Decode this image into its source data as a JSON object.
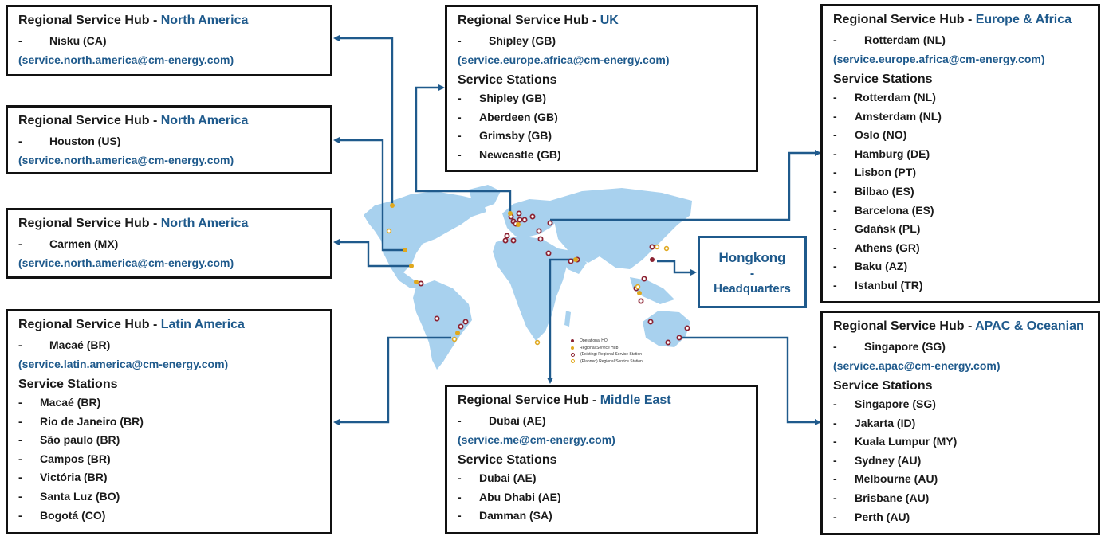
{
  "boxes": {
    "na1": {
      "title_prefix": "Regional Service Hub - ",
      "region": "North America",
      "hub": "Nisku (CA)",
      "email": "(service.north.america@cm-energy.com)"
    },
    "na2": {
      "title_prefix": "Regional Service Hub - ",
      "region": "North America",
      "hub": "Houston (US)",
      "email": "(service.north.america@cm-energy.com)"
    },
    "na3": {
      "title_prefix": "Regional Service Hub - ",
      "region": "North America",
      "hub": "Carmen (MX)",
      "email": "(service.north.america@cm-energy.com)"
    },
    "latam": {
      "title_prefix": "Regional Service Hub - ",
      "region": "Latin America",
      "hub": "Macaé (BR)",
      "email": "(service.latin.america@cm-energy.com)",
      "stations_title": "Service Stations",
      "stations": [
        "Macaé (BR)",
        "Rio de Janeiro (BR)",
        "São paulo (BR)",
        "Campos (BR)",
        "Victória (BR)",
        "Santa Luz (BO)",
        "Bogotá (CO)"
      ]
    },
    "uk": {
      "title_prefix": "Regional Service Hub - ",
      "region": "UK",
      "hub": "Shipley (GB)",
      "email": "(service.europe.africa@cm-energy.com)",
      "stations_title": "Service Stations",
      "stations": [
        "Shipley (GB)",
        "Aberdeen (GB)",
        "Grimsby (GB)",
        "Newcastle (GB)"
      ]
    },
    "me": {
      "title_prefix": "Regional Service Hub - ",
      "region": "Middle East",
      "hub": "Dubai (AE)",
      "email": "(service.me@cm-energy.com)",
      "stations_title": "Service Stations",
      "stations": [
        "Dubai (AE)",
        "Abu Dhabi (AE)",
        "Damman (SA)"
      ]
    },
    "eu": {
      "title_prefix": "Regional Service Hub - ",
      "region": "Europe & Africa",
      "hub": "Rotterdam (NL)",
      "email": "(service.europe.africa@cm-energy.com)",
      "stations_title": "Service Stations",
      "stations": [
        "Rotterdam (NL)",
        "Amsterdam (NL)",
        "Oslo (NO)",
        "Hamburg (DE)",
        "Lisbon (PT)",
        "Bilbao (ES)",
        "Barcelona (ES)",
        "Gdańsk (PL)",
        "Athens (GR)",
        "Baku (AZ)",
        "Istanbul (TR)"
      ]
    },
    "apac": {
      "title_prefix": "Regional Service Hub - ",
      "region": "APAC & Oceanian",
      "hub": "Singapore (SG)",
      "email": "(service.apac@cm-energy.com)",
      "stations_title": "Service Stations",
      "stations": [
        "Singapore (SG)",
        "Jakarta (ID)",
        "Kuala Lumpur (MY)",
        "Sydney (AU)",
        "Melbourne (AU)",
        "Brisbane (AU)",
        "Perth (AU)"
      ]
    }
  },
  "dash": "-",
  "hq": {
    "line1": "Hongkong",
    "line2": "-",
    "line3": "Headquarters"
  },
  "legend": {
    "items": [
      {
        "label": "Operational HQ",
        "color": "#8b2232"
      },
      {
        "label": "Regional Service Hub",
        "color": "#e0a81e"
      },
      {
        "label": "(Existing) Regional Service Station",
        "color": "#8b2232"
      },
      {
        "label": "(Planned) Regional Service Station",
        "color": "#e0a81e"
      }
    ]
  },
  "colors": {
    "accent": "#1f5a8c",
    "map": "#a8d1ee",
    "station": "#8b2232",
    "hub": "#e0a81e"
  }
}
